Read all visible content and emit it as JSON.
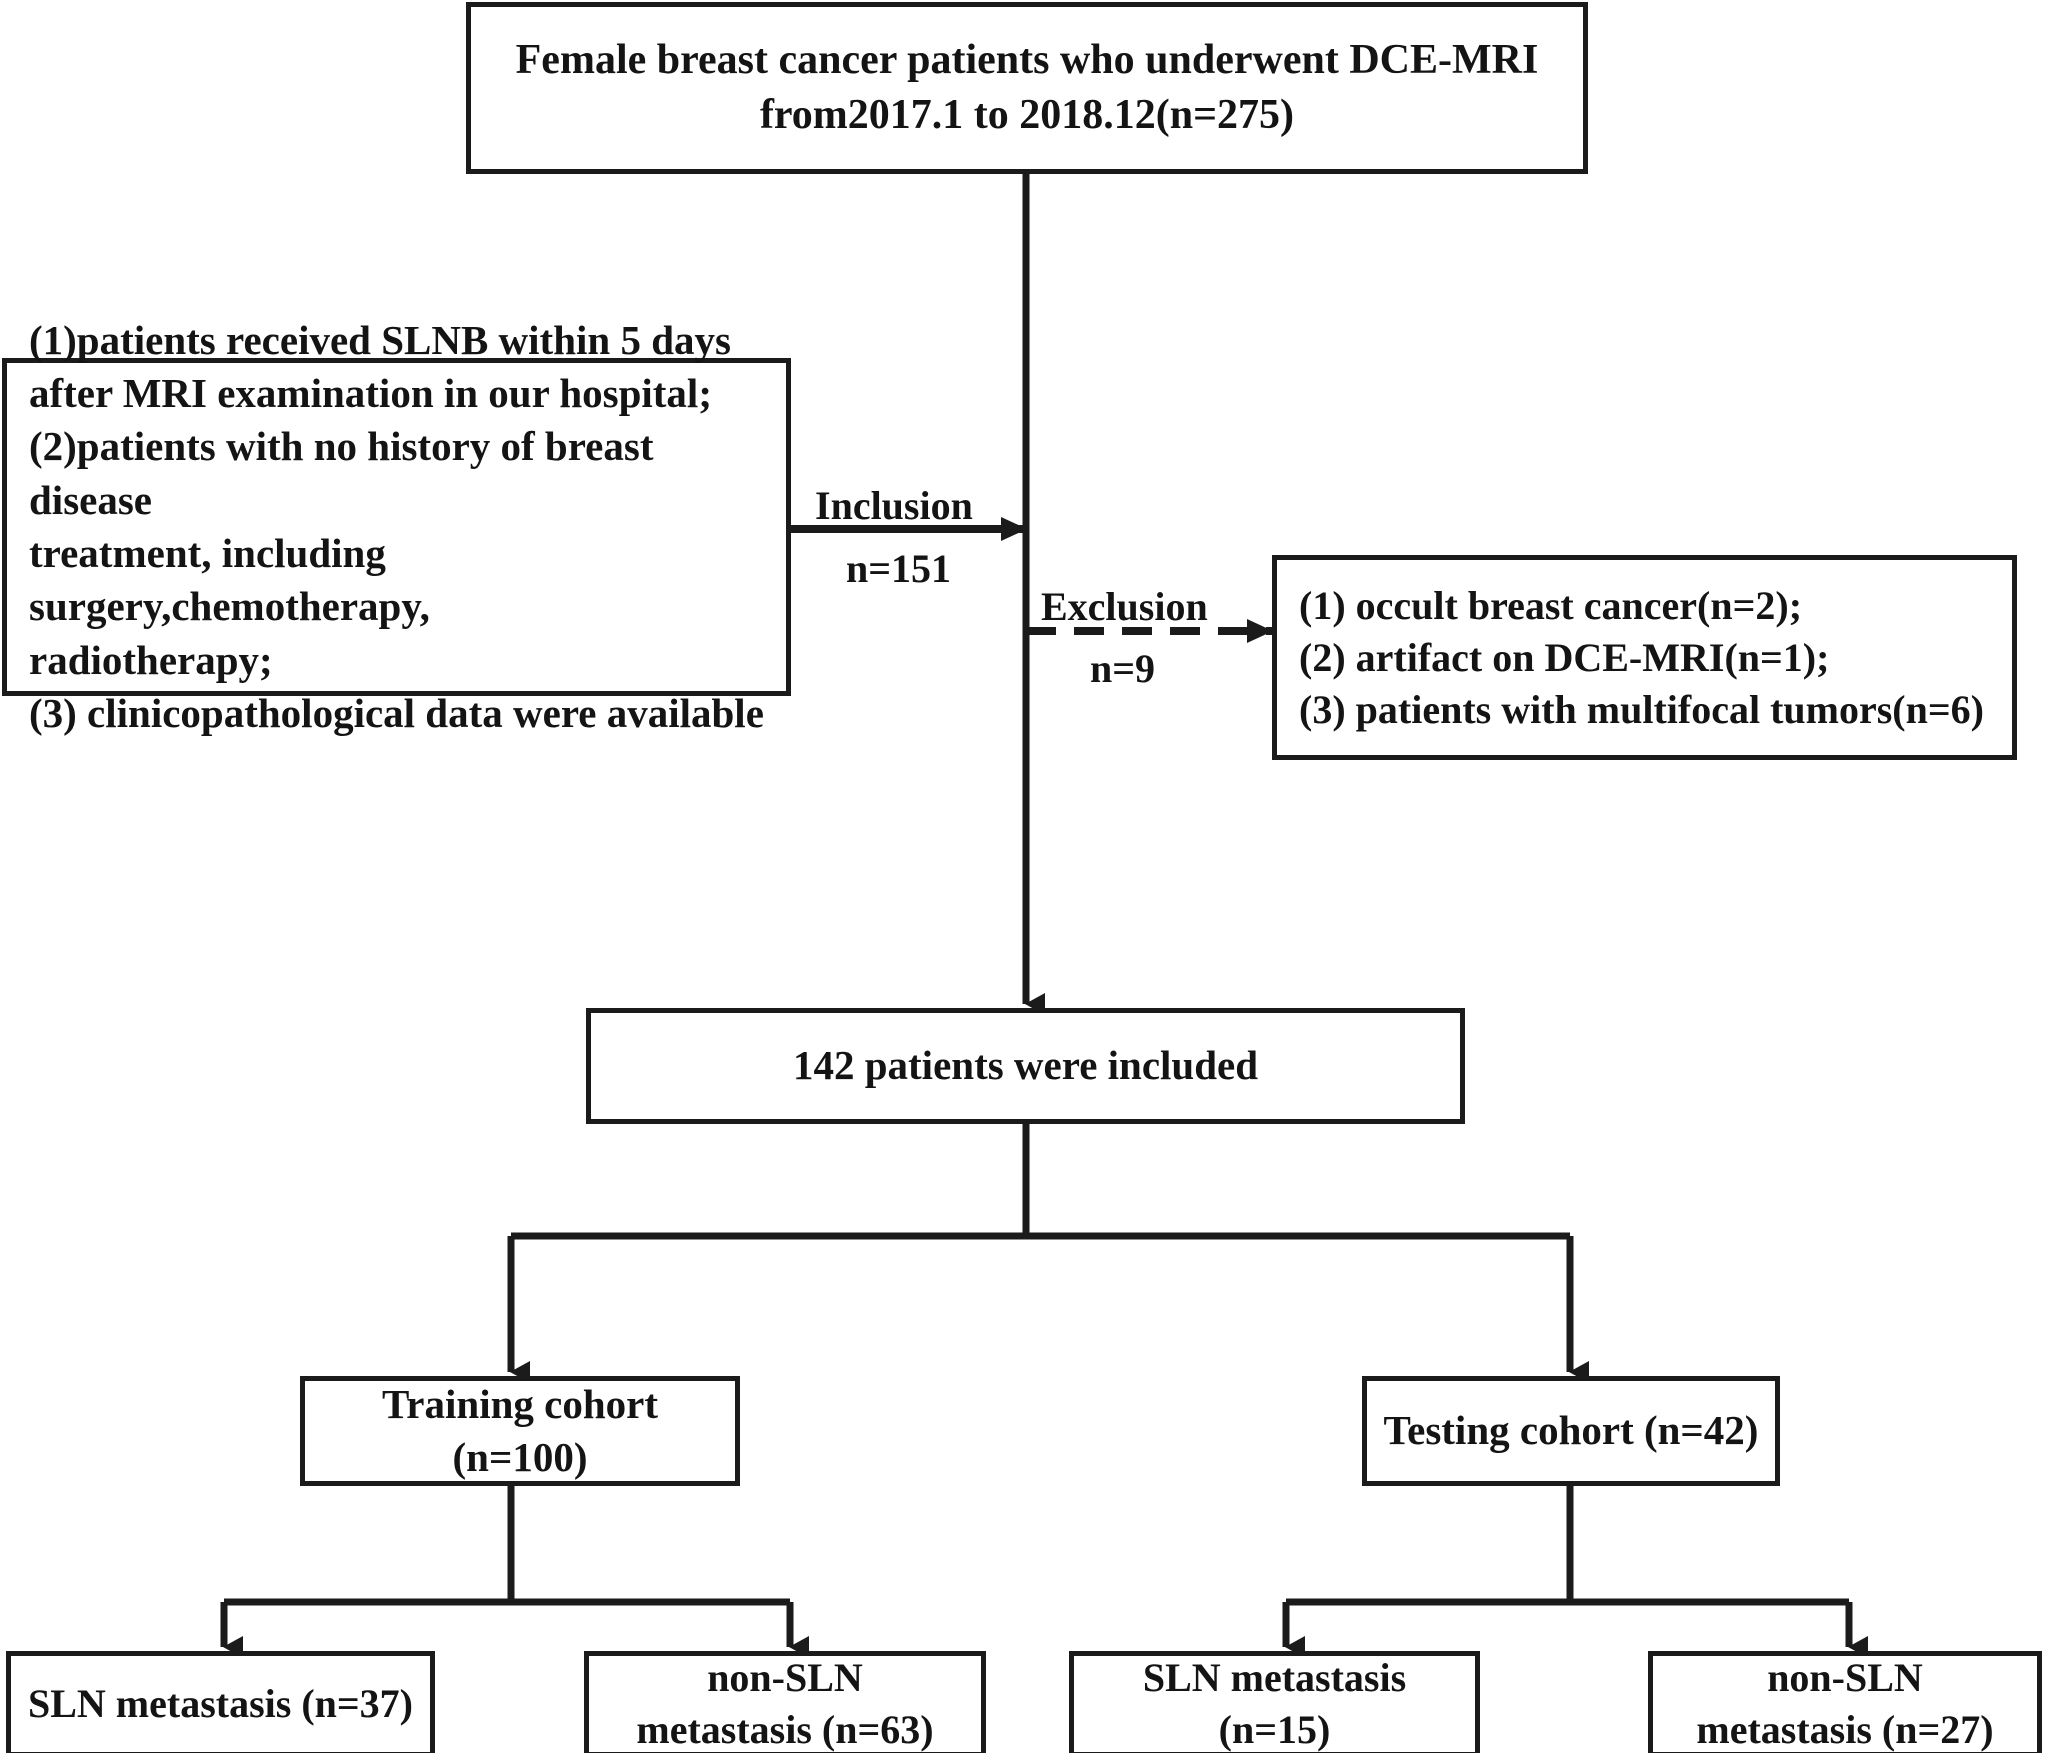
{
  "diagram": {
    "title": "Patient selection flowchart",
    "type": "flowchart",
    "stroke_color": "#1b1b1b",
    "background_color": "#ffffff"
  },
  "nodes": {
    "source": {
      "line1": "Female breast cancer patients who underwent DCE-MRI",
      "line2": "from2017.1 to 2018.12(n=275)",
      "n": 275
    },
    "inclusion_criteria": {
      "line1": "(1)patients received SLNB within 5 days",
      "line2": "after MRI examination in our hospital;",
      "line3": "(2)patients with no history of breast disease",
      "line4": "treatment, including surgery,chemotherapy,",
      "line5": "radiotherapy;",
      "line6": "(3) clinicopathological data were available"
    },
    "exclusion_criteria": {
      "line1": "(1) occult breast cancer(n=2);",
      "line2": "(2) artifact on DCE-MRI(n=1);",
      "line3": "(3) patients with multifocal tumors(n=6)"
    },
    "included": {
      "label": "142 patients were included",
      "n": 142
    },
    "training_cohort": {
      "label": "Training cohort (n=100)",
      "n": 100
    },
    "testing_cohort": {
      "label": "Testing cohort (n=42)",
      "n": 42
    },
    "training_sln_positive": {
      "line1": "SLN metastasis (n=37)",
      "line2": "",
      "n": 37
    },
    "training_sln_negative": {
      "line1": "non-SLN",
      "line2": "metastasis (n=63)",
      "n": 63
    },
    "testing_sln_positive": {
      "line1": "SLN metastasis (n=15)",
      "line2": "",
      "n": 15
    },
    "testing_sln_negative": {
      "line1": "non-SLN",
      "line2": "metastasis (n=27)",
      "n": 27
    }
  },
  "edges": {
    "inclusion_label": "Inclusion",
    "inclusion_count": "n=151",
    "exclusion_label": "Exclusion",
    "exclusion_count": "n=9"
  }
}
